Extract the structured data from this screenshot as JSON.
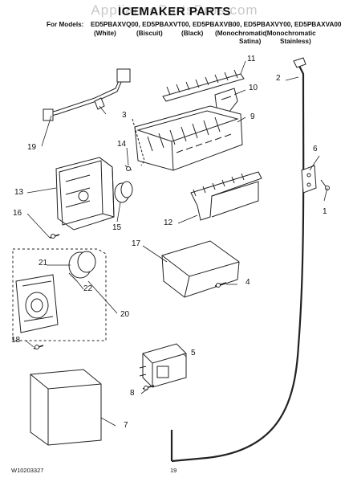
{
  "watermark": "AppliancePartsPros.com",
  "title": "ICEMAKER PARTS",
  "models": {
    "prefix": "For Models:",
    "list": "ED5PBAXVQ00, ED5PBAXVT00, ED5PBAXVB00, ED5PBAXVY00, ED5PBAXVA00",
    "colors": [
      "(White)",
      "(Biscuit)",
      "(Black)",
      "(Monochromatic",
      "(Monochromatic"
    ],
    "colors2": [
      "Satina)",
      "Stainless)"
    ]
  },
  "callouts": [
    "1",
    "2",
    "3",
    "4",
    "5",
    "6",
    "7",
    "8",
    "9",
    "10",
    "11",
    "12",
    "13",
    "14",
    "15",
    "16",
    "17",
    "18",
    "19",
    "20",
    "21",
    "22"
  ],
  "footer": {
    "doc_number": "W10203327",
    "page": "19"
  }
}
